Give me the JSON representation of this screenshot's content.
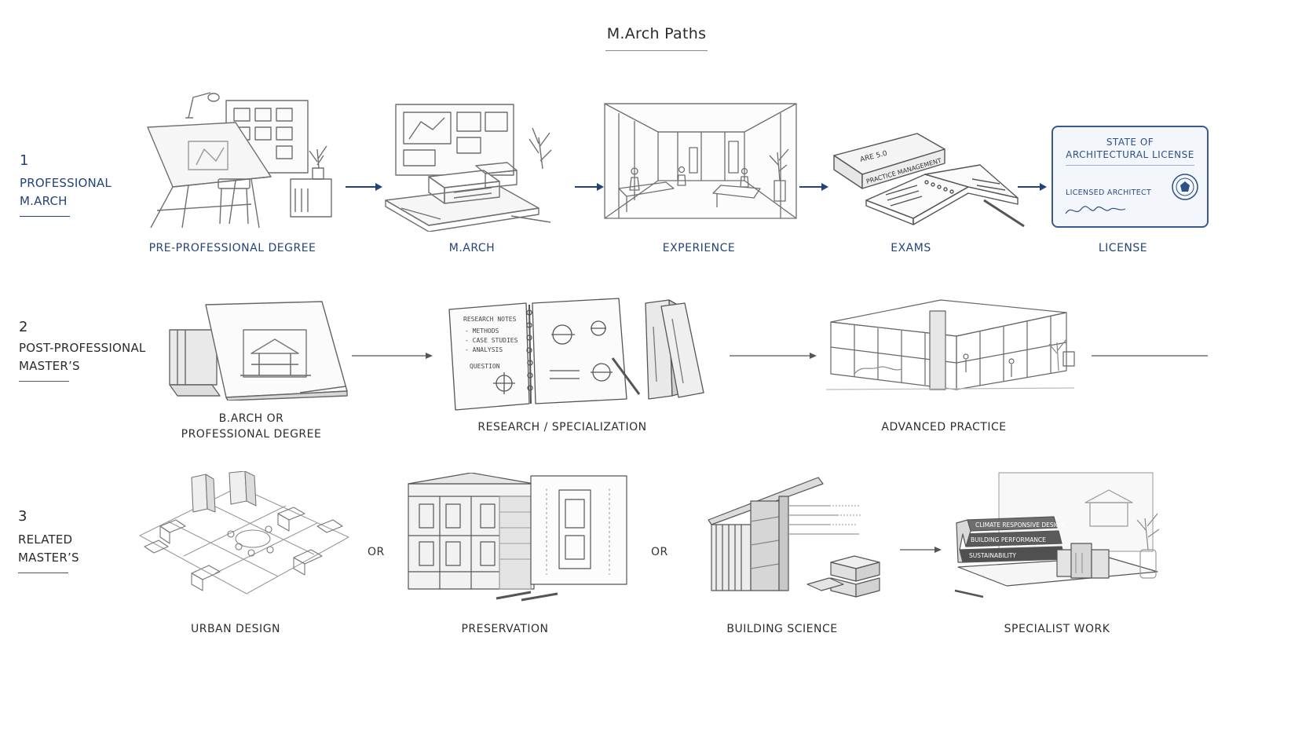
{
  "title": "M.Arch Paths",
  "colors": {
    "accent": "#24437a",
    "sketch": "#6f6f6f",
    "arrow_blue": "#24437a",
    "arrow_gray": "#555555"
  },
  "rows": [
    {
      "number": "1",
      "name": [
        "PROFESSIONAL",
        "M.ARCH"
      ],
      "steps": [
        {
          "caption": [
            "PRE-PROFESSIONAL DEGREE"
          ],
          "icon": "drafting-table-icon"
        },
        {
          "caption": [
            "M.ARCH"
          ],
          "icon": "architecture-model-icon"
        },
        {
          "caption": [
            "EXPERIENCE"
          ],
          "icon": "office-interior-icon"
        },
        {
          "caption": [
            "EXAMS"
          ],
          "icon": "exam-books-icon",
          "book_label": "ARE 5.0",
          "book_label2": "PRACTICE MANAGEMENT"
        },
        {
          "caption": [
            "LICENSE"
          ],
          "icon": "license-card-icon",
          "card_title": [
            "STATE OF",
            "ARCHITECTURAL LICENSE"
          ],
          "card_sub": "LICENSED ARCHITECT"
        }
      ]
    },
    {
      "number": "2",
      "name": [
        "POST-PROFESSIONAL",
        "MASTER’S"
      ],
      "steps": [
        {
          "caption": [
            "B.ARCH OR",
            "PROFESSIONAL DEGREE"
          ],
          "icon": "drawing-board-icon"
        },
        {
          "caption": [
            "RESEARCH / SPECIALIZATION"
          ],
          "icon": "research-notebook-icon",
          "notebook_lines": [
            "RESEARCH NOTES",
            "- METHODS",
            "- CASE STUDIES",
            "- ANALYSIS",
            "QUESTION"
          ]
        },
        {
          "caption": [
            "ADVANCED PRACTICE"
          ],
          "icon": "glass-building-icon"
        }
      ]
    },
    {
      "number": "3",
      "name": [
        "RELATED",
        "MASTER’S"
      ],
      "steps": [
        {
          "caption": [
            "URBAN DESIGN"
          ],
          "icon": "city-plan-icon"
        },
        {
          "caption": [
            "PRESERVATION"
          ],
          "icon": "historic-facade-icon"
        },
        {
          "caption": [
            "BUILDING SCIENCE"
          ],
          "icon": "wall-section-icon"
        },
        {
          "caption": [
            "SPECIALIST WORK"
          ],
          "icon": "specialist-books-icon",
          "book_titles": [
            "CLIMATE RESPONSIVE DESIGN",
            "BUILDING PERFORMANCE",
            "SUSTAINABILITY"
          ]
        }
      ],
      "connectors": [
        "OR",
        "OR"
      ]
    }
  ]
}
